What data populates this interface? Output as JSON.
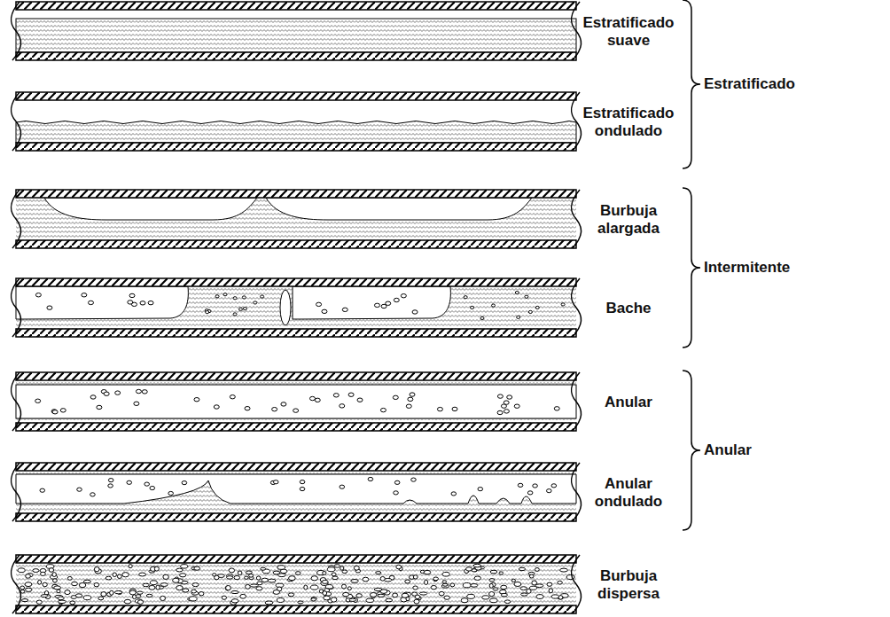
{
  "diagram": {
    "labels": [
      "Estratificado suave",
      "Estratificado ondulado",
      "Estratificado",
      "Burbuja alargada",
      "Bache",
      "Intermitente",
      "Anular",
      "Anular ondulado",
      "Anular",
      "Burbuja dispersa"
    ]
  }
}
